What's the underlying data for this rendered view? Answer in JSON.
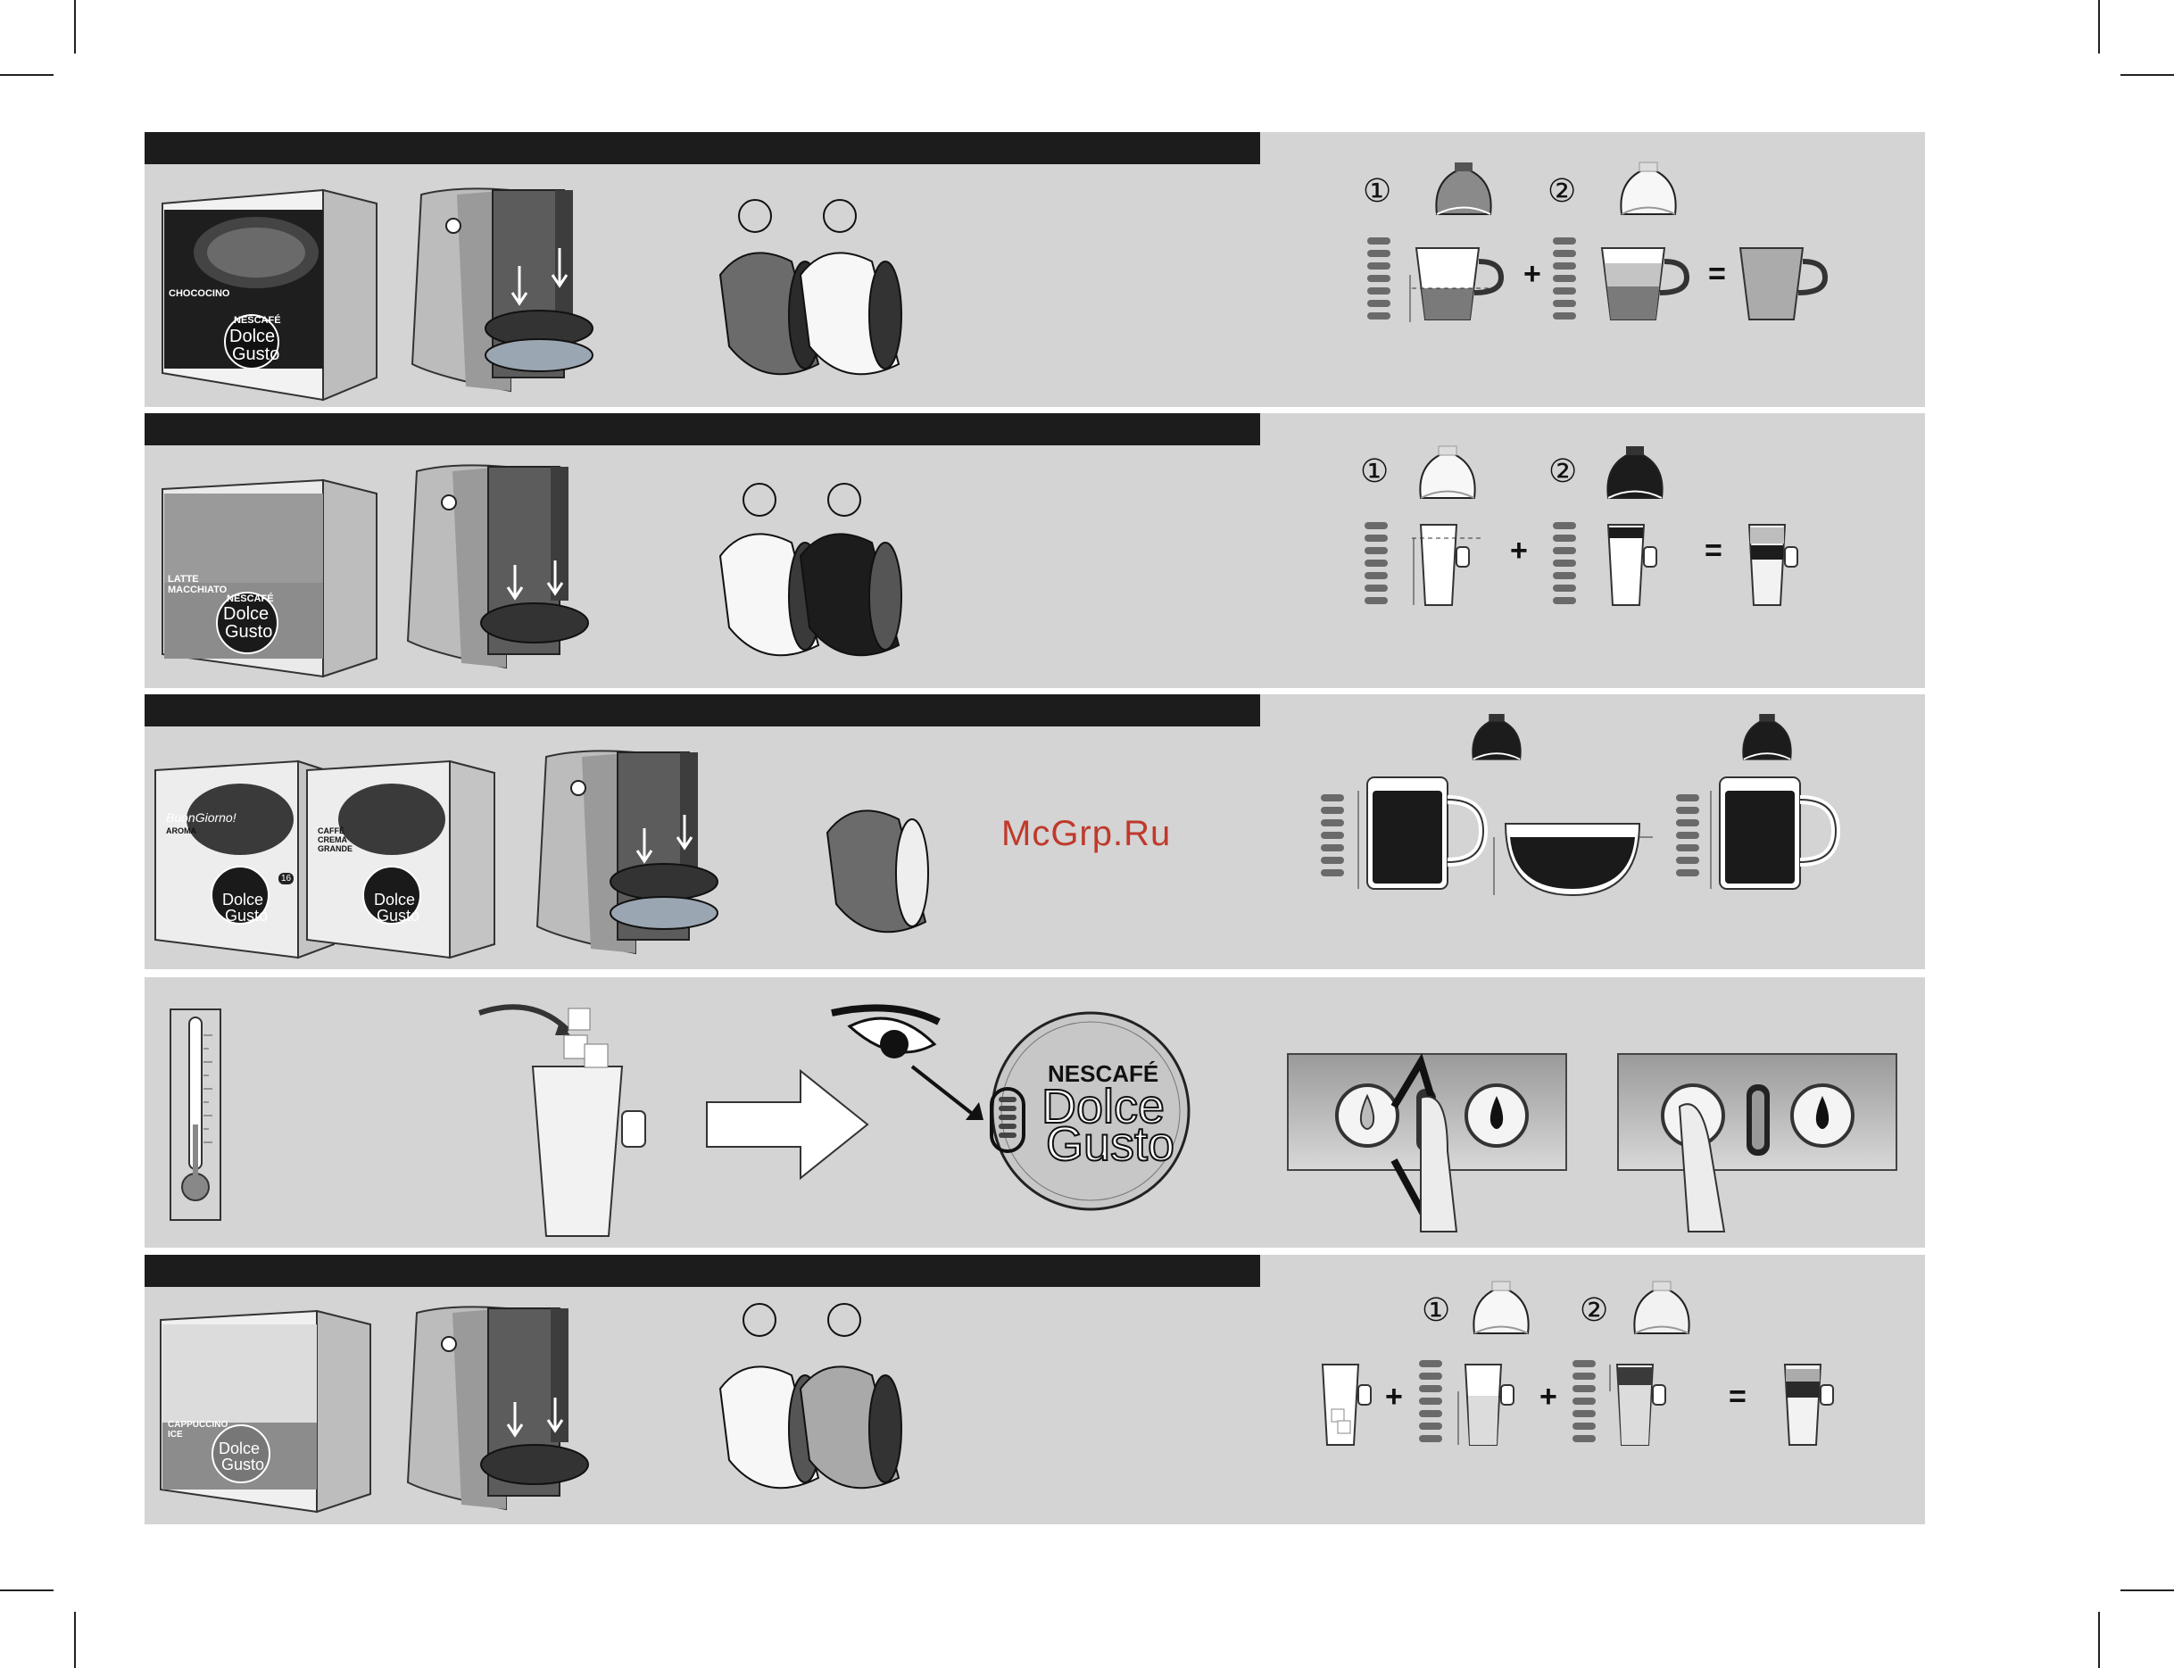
{
  "watermark": "McGrp.Ru",
  "brand": {
    "nescafe": "NESCAFÉ",
    "dolce": "Dolce",
    "gusto": "Gusto"
  },
  "sections": [
    {
      "id": "chococino",
      "product_label": "CHOCOCINO",
      "step_numbers": [
        "①",
        "②"
      ],
      "operators": [
        "+",
        "="
      ]
    },
    {
      "id": "latte-macchiato",
      "product_label": "LATTE MACCHIATO",
      "step_numbers": [
        "①",
        "②"
      ],
      "operators": [
        "+",
        "="
      ]
    },
    {
      "id": "buongiorno",
      "product_label_1": "AROMA",
      "product_label_2": "CAFFÈ CREMA GRANDE",
      "script_label": "BuonGiorno!",
      "box_count": "16"
    },
    {
      "id": "iced"
    },
    {
      "id": "cappuccino-ice",
      "product_label": "CAPPUCCINO ICE",
      "step_numbers": [
        "①",
        "②"
      ],
      "operators": [
        "+",
        "+",
        "="
      ]
    }
  ],
  "colors": {
    "panel": "#d4d4d4",
    "bar": "#1c1c1c",
    "watermark": "#c0392b"
  }
}
